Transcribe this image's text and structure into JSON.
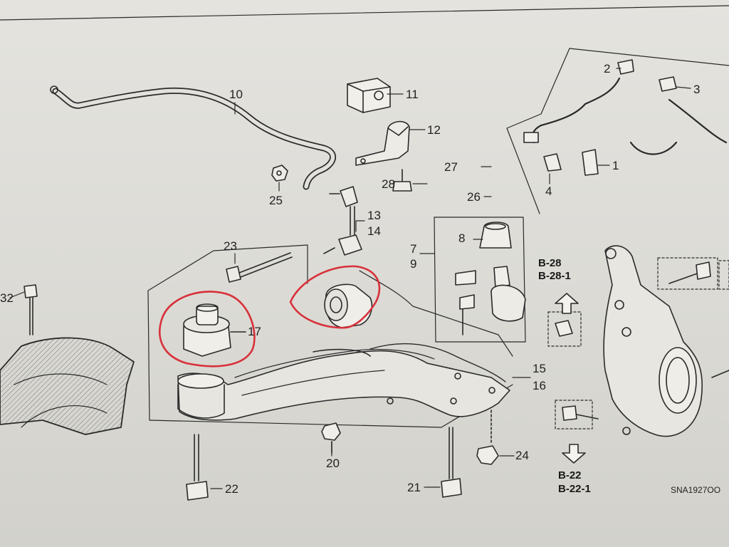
{
  "callouts": {
    "c1": "1",
    "c2": "2",
    "c3": "3",
    "c4": "4",
    "c7": "7",
    "c8": "8",
    "c9": "9",
    "c10": "10",
    "c11": "11",
    "c12": "12",
    "c13": "13",
    "c14": "14",
    "c15": "15",
    "c16": "16",
    "c17": "17",
    "c20": "20",
    "c21": "21",
    "c22": "22",
    "c23": "23",
    "c24": "24",
    "c25": "25",
    "c26": "26",
    "c27": "27",
    "c28": "28",
    "c32": "32"
  },
  "references": {
    "up_a": "B-28",
    "up_b": "B-28-1",
    "down_a": "B-22",
    "down_b": "B-22-1"
  },
  "diagram_code": "SNA1927OO",
  "colors": {
    "paper": "#dcdbd6",
    "ink": "#2a2a2a",
    "highlight": "#d8303a"
  },
  "icons": {
    "arrow_up": "hollow-up-arrow-icon",
    "arrow_down": "hollow-down-arrow-icon"
  }
}
